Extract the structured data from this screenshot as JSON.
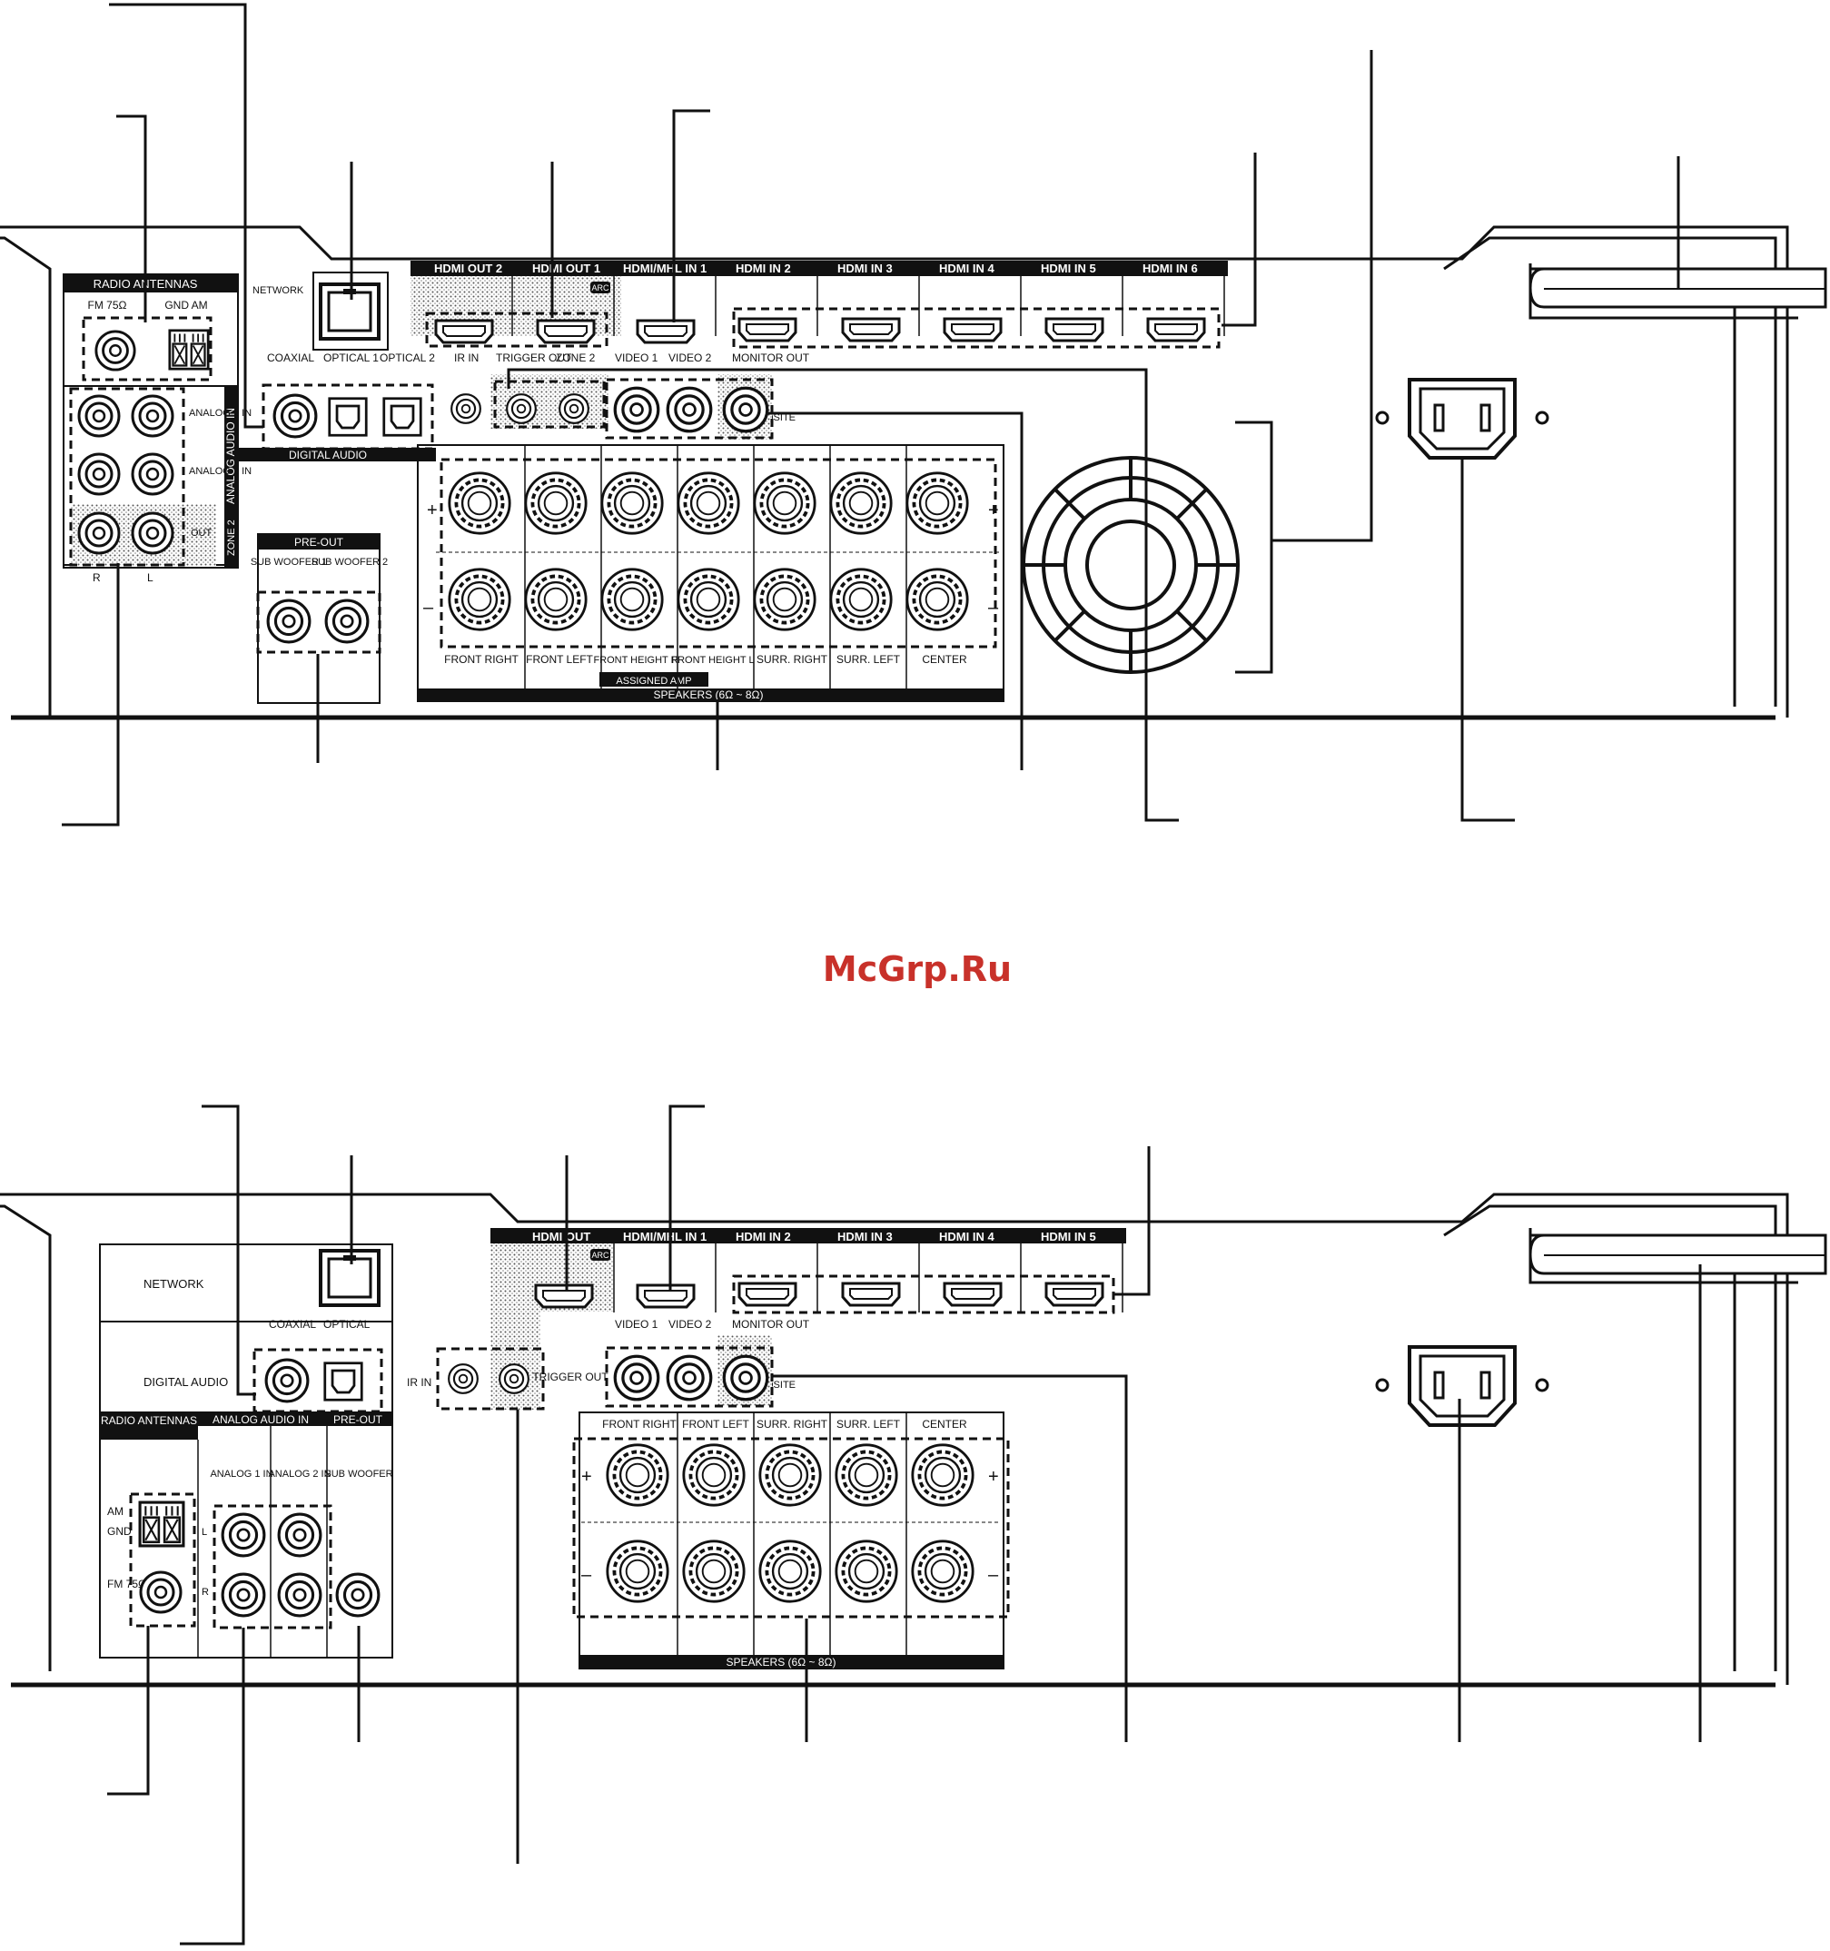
{
  "watermark": "McGrp.Ru",
  "colors": {
    "ink": "#111111",
    "watermark": "#c8312a",
    "background": "#ffffff"
  },
  "icons": {
    "hdmi_port": "hdmi-port-icon",
    "rca_jack": "rca-jack-icon",
    "speaker_terminal": "speaker-terminal-icon",
    "ac_inlet": "ac-inlet-icon",
    "optical_port": "optical-port-icon",
    "network_port": "ethernet-port-icon",
    "antenna_terminal": "am-antenna-terminal-icon",
    "fan_vent": "cooling-fan-icon"
  },
  "panel1": {
    "radio_antennas": "RADIO ANTENNAS",
    "fm": "FM 75Ω",
    "gnd_am": "GND  AM",
    "network": "NETWORK",
    "coaxial": "COAXIAL",
    "optical1": "OPTICAL 1",
    "optical2": "OPTICAL 2",
    "digital_audio": "DIGITAL AUDIO",
    "analog_audio_in": "ANALOG AUDIO IN",
    "analog1": "ANALOG 1 IN",
    "analog2": "ANALOG 2 IN",
    "zone2_out": "OUT",
    "zone2": "ZONE 2",
    "r": "R",
    "l": "L",
    "pre_out": "PRE-OUT",
    "sub1": "SUB WOOFER 1",
    "sub2": "SUB WOOFER 2",
    "hdmi": [
      "HDMI OUT 2",
      "HDMI OUT 1",
      "HDMI/MHL IN 1",
      "HDMI IN 2",
      "HDMI IN 3",
      "HDMI IN 4",
      "HDMI IN 5",
      "HDMI IN 6"
    ],
    "arc": "ARC",
    "ir_in": "IR IN",
    "trigger_out": "TRIGGER OUT",
    "zone2_label": "ZONE 2",
    "video1": "VIDEO 1",
    "video2": "VIDEO 2",
    "monitor_out": "MONITOR OUT",
    "composite": "COMPOSITE",
    "speaker_labels": [
      "FRONT RIGHT",
      "FRONT LEFT",
      "FRONT HEIGHT R",
      "FRONT HEIGHT L",
      "SURR. RIGHT",
      "SURR. LEFT",
      "CENTER"
    ],
    "assigned_amp": "ASSIGNED AMP",
    "speakers": "SPEAKERS (6Ω ~ 8Ω)",
    "plus": "+",
    "minus": "–"
  },
  "panel2": {
    "network": "NETWORK",
    "coaxial": "COAXIAL",
    "optical": "OPTICAL",
    "digital_audio": "DIGITAL AUDIO",
    "radio_antennas": "RADIO ANTENNAS",
    "analog_audio_in": "ANALOG AUDIO IN",
    "pre_out": "PRE-OUT",
    "analog1": "ANALOG 1 IN",
    "analog2": "ANALOG 2 IN",
    "sub": "SUB WOOFER",
    "am": "AM",
    "gnd": "GND",
    "fm": "FM 75Ω",
    "l": "L",
    "r": "R",
    "ir_in": "IR IN",
    "trigger_out": "TRIGGER OUT",
    "hdmi": [
      "HDMI OUT",
      "HDMI/MHL IN 1",
      "HDMI IN 2",
      "HDMI IN 3",
      "HDMI IN 4",
      "HDMI IN 5"
    ],
    "arc": "ARC",
    "video1": "VIDEO 1",
    "video2": "VIDEO 2",
    "monitor_out": "MONITOR OUT",
    "composite": "COMPOSITE",
    "speaker_labels": [
      "FRONT RIGHT",
      "FRONT LEFT",
      "SURR. RIGHT",
      "SURR. LEFT",
      "CENTER"
    ],
    "speakers": "SPEAKERS (6Ω ~ 8Ω)",
    "plus": "+",
    "minus": "–"
  }
}
